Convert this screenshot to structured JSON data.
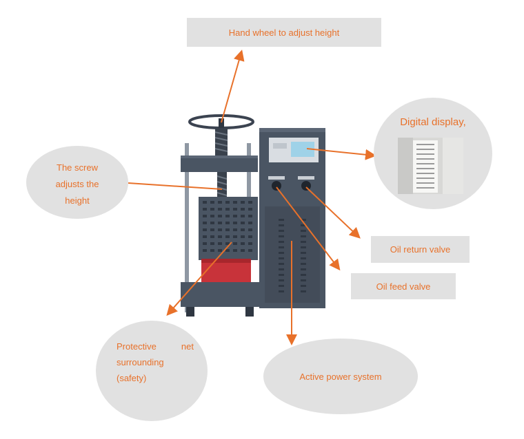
{
  "labels": {
    "hand_wheel": "Hand wheel to adjust height",
    "screw": "The screw adjusts the height",
    "digital_display": "Digital display,",
    "oil_return": "Oil return valve",
    "oil_feed": "Oil feed valve",
    "net": [
      "Protective",
      "net",
      "surrounding",
      "(safety)"
    ],
    "power": "Active power system"
  },
  "colors": {
    "accent": "#e8712a",
    "label_bg": "#e1e1e1",
    "machine_body": "#4a5563",
    "machine_dark": "#2f3742",
    "ram_red": "#c8333a"
  }
}
